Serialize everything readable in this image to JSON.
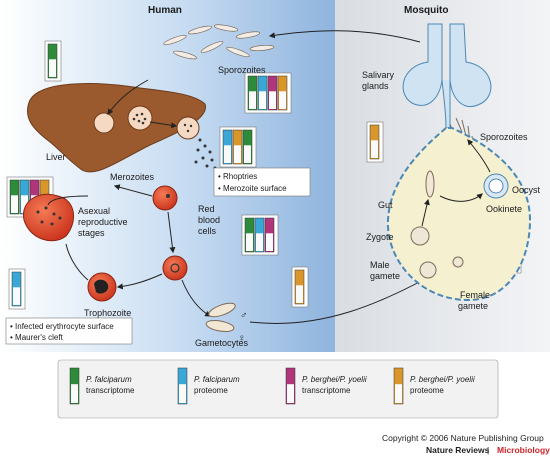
{
  "panels": {
    "human": "Human",
    "mosquito": "Mosquito"
  },
  "labels": {
    "sporozoites_human": "Sporozoites",
    "liver": "Liver",
    "merozoites": "Merozoites",
    "rhoptries": "• Rhoptries",
    "merozoite_surface": "• Merozoite surface",
    "asexual_1": "Asexual",
    "asexual_2": "reproductive",
    "asexual_3": "stages",
    "red_blood_1": "Red",
    "red_blood_2": "blood",
    "red_blood_3": "cells",
    "trophozoite": "Trophozoite",
    "infected_surface": "• Infected erythrocyte surface",
    "maurers_cleft": "• Maurer's cleft",
    "gametocytes": "Gametocytes",
    "male_symbol": "♂",
    "female_symbol": "♀",
    "salivary_1": "Salivary",
    "salivary_2": "glands",
    "sporozoites_mosquito": "Sporozoites",
    "gut": "Gut",
    "oocyst": "Oocyst",
    "ookinete": "Ookinete",
    "zygote": "Zygote",
    "male_gamete_1": "Male",
    "male_gamete_2": "gamete",
    "female_gamete_1": "Female",
    "female_gamete_2": "gamete"
  },
  "legend": [
    {
      "species": "P. falciparum",
      "type": "transcriptome",
      "color": "#2e8b3a"
    },
    {
      "species": "P. falciparum",
      "type": "proteome",
      "color": "#3aa7d6"
    },
    {
      "species": "P. berghei/P. yoelii",
      "type": "transcriptome",
      "color": "#b0357a"
    },
    {
      "species": "P. berghei/P. yoelii",
      "type": "proteome",
      "color": "#d9962a"
    }
  ],
  "footer": {
    "copyright": "Copyright © 2006 Nature Publishing Group",
    "journal": "Nature Reviews",
    "separator": " | ",
    "section": "Microbiology"
  },
  "colors": {
    "human_bg": "#a9c8ea",
    "mosquito_bg": "#e8eaed",
    "liver": "#9a5a2e",
    "rbc": "#e0452a",
    "gland": "#cfe3f2",
    "gut": "#f5f0cf"
  }
}
